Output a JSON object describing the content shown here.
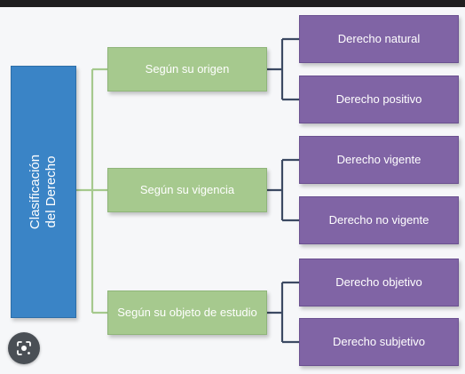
{
  "root": {
    "label_line1": "Clasificación",
    "label_line2": "del Derecho"
  },
  "branches": [
    {
      "label": "Según su origen",
      "leaves": [
        "Derecho natural",
        "Derecho positivo"
      ]
    },
    {
      "label": "Según su vigencia",
      "leaves": [
        "Derecho vigente",
        "Derecho no vigente"
      ]
    },
    {
      "label": "Según su objeto de estudio",
      "leaves": [
        "Derecho objetivo",
        "Derecho subjetivo"
      ]
    }
  ],
  "colors": {
    "root": "#3a84c6",
    "branch": "#a6c98e",
    "leaf": "#8064a5",
    "root_connector": "#a6c98e",
    "leaf_connector": "#3c4a63"
  },
  "overlay": {
    "icon": "lens-search-icon"
  }
}
